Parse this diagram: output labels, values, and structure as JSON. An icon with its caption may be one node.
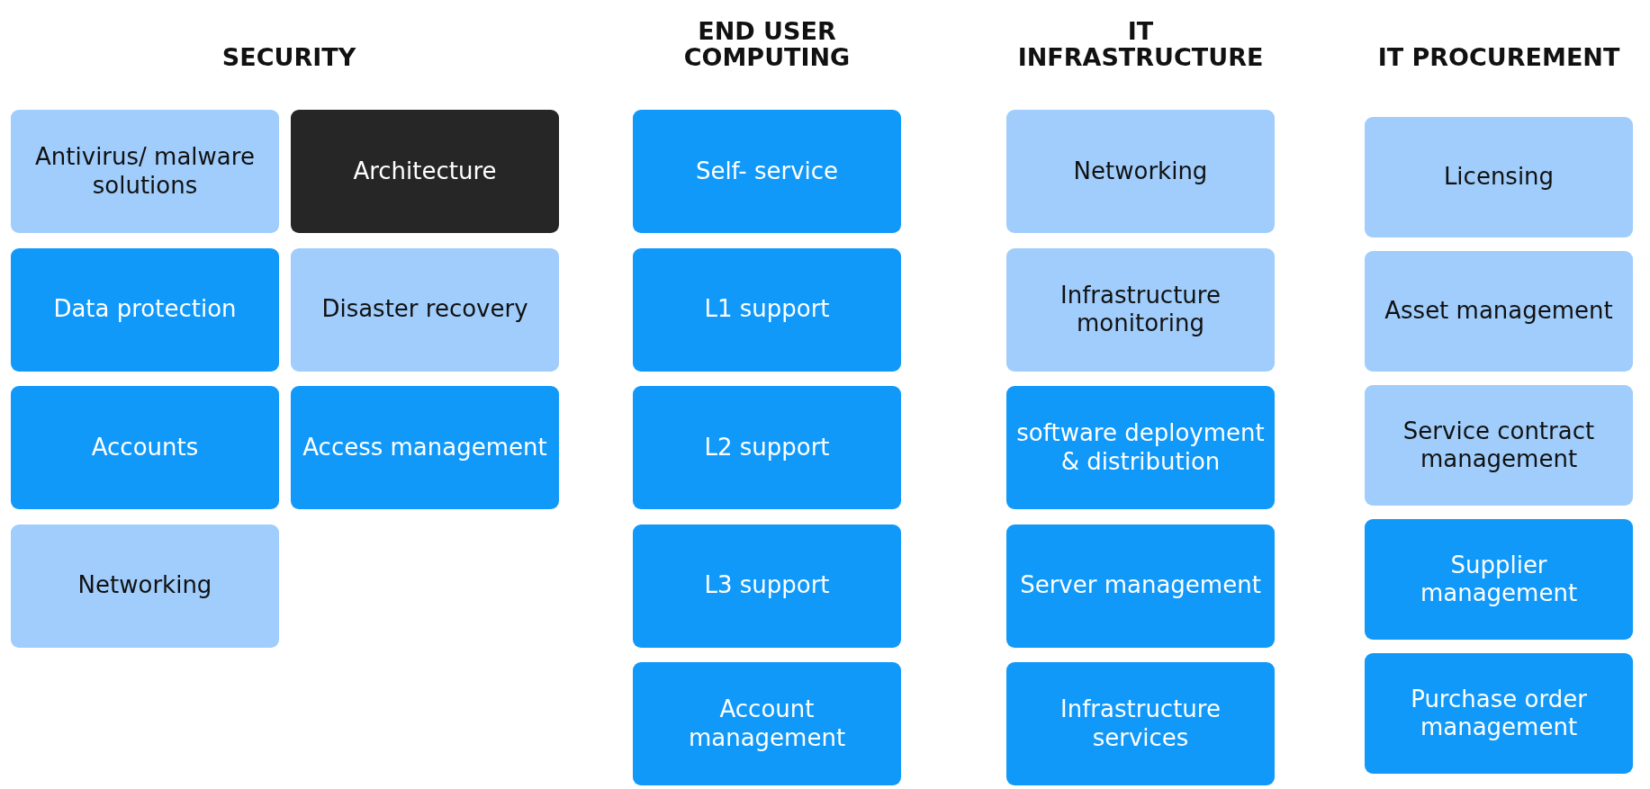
{
  "diagram": {
    "nodes": [
      {
        "text": [
          "Antivirus/ malware solutions"
        ]
      },
      {
        "text": [
          "Architecture"
        ]
      },
      {
        "text": [
          "Data protection"
        ]
      },
      {
        "text": [
          "Disaster recovery"
        ]
      },
      {
        "text": [
          "Accounts"
        ]
      },
      {
        "text": [
          "Access management"
        ]
      },
      {
        "text": [
          "Networking"
        ]
      },
      {
        "text": [
          "Self- service"
        ]
      },
      {
        "text": [
          "L1 support"
        ]
      },
      {
        "text": [
          "L2 support"
        ]
      },
      {
        "text": [
          "L3 support"
        ]
      },
      {
        "text": [
          "Account management"
        ]
      },
      {
        "text": [
          "Networking"
        ]
      },
      {
        "text": [
          "Infrastructure monitoring"
        ]
      },
      {
        "text": [
          "software deployment & distribution"
        ]
      },
      {
        "text": [
          "Server management"
        ]
      },
      {
        "text": [
          "Infrastructure services"
        ]
      },
      {
        "text": [
          "Licensing"
        ]
      },
      {
        "text": [
          "Asset management"
        ]
      },
      {
        "text": [
          "Service contract management"
        ]
      },
      {
        "text": [
          "Supplier management"
        ]
      },
      {
        "text": [
          "Purchase order management"
        ]
      }
    ],
    "labels": [
      "SECURITY",
      "END USER COMPUTING",
      "IT INFRASTRUCTURE",
      "IT PROCUREMENT"
    ]
  }
}
